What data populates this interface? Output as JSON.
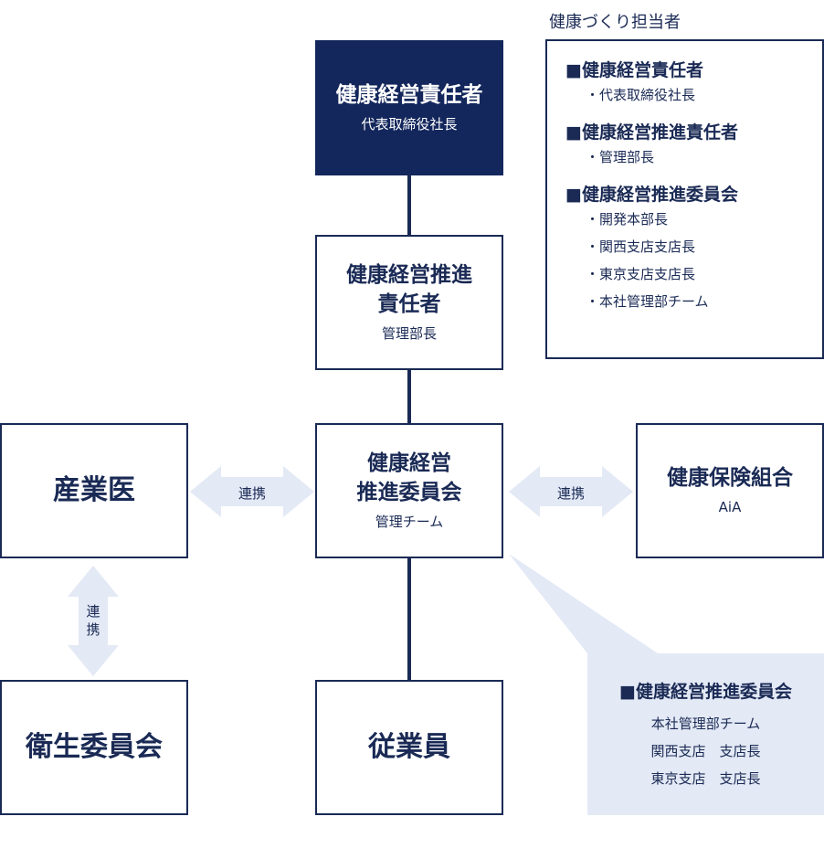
{
  "legend": {
    "title": "健康づくり担当者",
    "sections": [
      {
        "heading": "■健康経営責任者",
        "items": [
          "・代表取締役社長"
        ]
      },
      {
        "heading": "■健康経営推進責任者",
        "items": [
          "・管理部長"
        ]
      },
      {
        "heading": "■健康経営推進委員会",
        "items": [
          "・開発本部長",
          "・関西支店支店長",
          "・東京支店支店長",
          "・本社管理部チーム"
        ]
      }
    ]
  },
  "nodes": {
    "ceo": {
      "title": "健康経営責任者",
      "sub": "代表取締役社長"
    },
    "promo_lead": {
      "title_line1": "健康経営推進",
      "title_line2": "責任者",
      "sub": "管理部長"
    },
    "committee": {
      "title_line1": "健康経営",
      "title_line2": "推進委員会",
      "sub": "管理チーム"
    },
    "doctor": {
      "title": "産業医"
    },
    "insurance": {
      "title": "健康保険組合",
      "sub": "AiA"
    },
    "safety": {
      "title": "衛生委員会"
    },
    "employees": {
      "title": "従業員"
    }
  },
  "links": {
    "doctor_committee": "連携",
    "committee_insurance": "連携",
    "doctor_safety_1": "連",
    "doctor_safety_2": "携"
  },
  "callout": {
    "heading": "■健康経営推進委員会",
    "lines": [
      "本社管理部チーム",
      "関西支店　支店長",
      "東京支店　支店長"
    ]
  },
  "colors": {
    "navy": "#13275c",
    "line": "#1a2a55",
    "arrow": "#e3e9f5"
  }
}
